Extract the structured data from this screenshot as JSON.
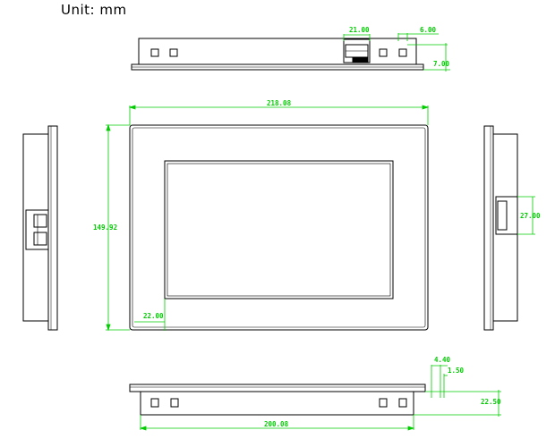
{
  "header": {
    "unit_label": "Unit: mm"
  },
  "colors": {
    "outline": "#000000",
    "dimension": "#00cc00"
  },
  "dimensions": {
    "top_connector_width": "21.00",
    "top_edge_offset": "6.00",
    "top_depth": "7.00",
    "front_width": "218.08",
    "front_height": "149.92",
    "front_corner": "22.00",
    "right_connector": "27.00",
    "bottom_bezel": "4.40",
    "bottom_step": "1.50",
    "bottom_depth": "22.50",
    "bottom_width": "200.08"
  }
}
